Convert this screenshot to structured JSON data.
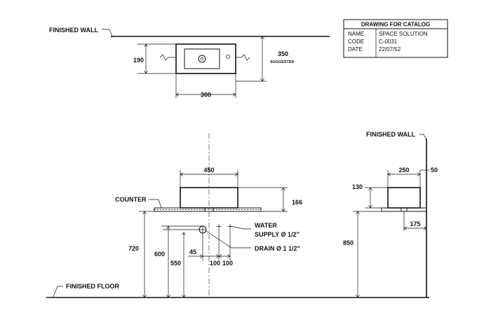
{
  "title_block": {
    "header": "DRAWING FOR CATALOG",
    "rows": [
      {
        "key": "NAME",
        "value": "SPACE SOLUTION"
      },
      {
        "key": "CODE",
        "value": "C-0031"
      },
      {
        "key": "DATE",
        "value": "22/07/52"
      }
    ]
  },
  "labels": {
    "finished_wall_top": "FINISHED WALL",
    "finished_wall_side": "FINISHED WALL",
    "counter": "COUNTER",
    "water_1": "WATER",
    "water_2": "SUPPLY Ø 1/2\"",
    "drain": "DRAIN Ø 1 1/2\"",
    "finished_floor": "FINISHED FLOOR",
    "suggested": "SUGGESTED"
  },
  "dimensions": {
    "plan_depth": "190",
    "plan_width": "300",
    "plan_suggested": "350",
    "front_width": "450",
    "front_height": "166",
    "counter_height": "720",
    "drain_height": "600",
    "water_height": "550",
    "offset_45": "45",
    "water_spacing_1": "100",
    "water_spacing_2": "100",
    "fixture_height": "850",
    "side_depth": "250",
    "wall_gap": "50",
    "side_rise": "130",
    "drain_offset": "175"
  }
}
